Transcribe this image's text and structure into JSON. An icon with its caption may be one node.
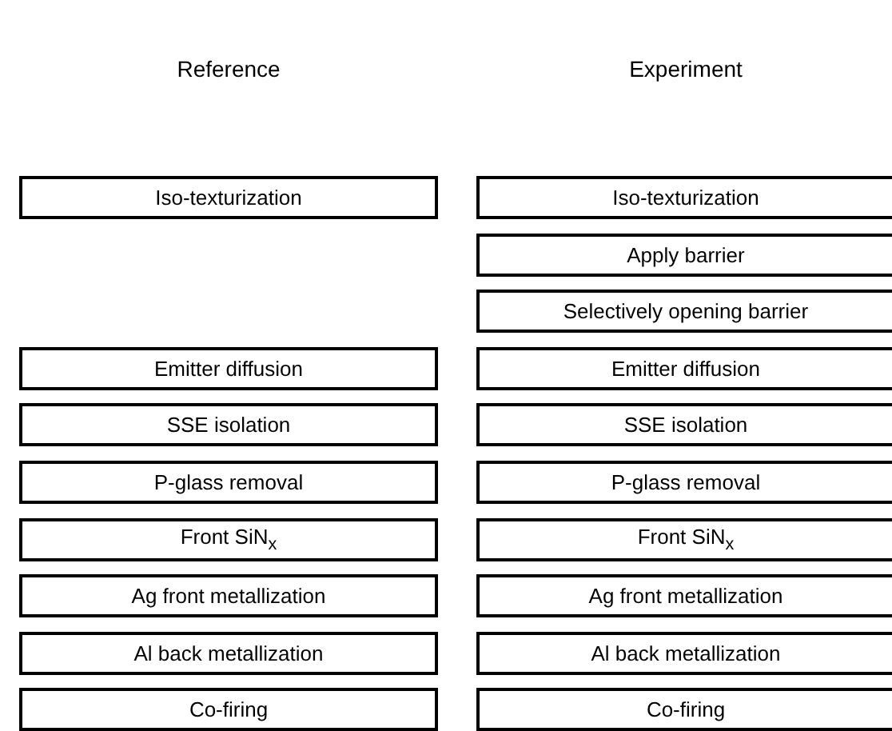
{
  "diagram": {
    "nodes": [
      {
        "text": [
          "Iso-texturization"
        ]
      },
      {
        "text": [
          "Emitter diffusion"
        ]
      },
      {
        "text": [
          "SSE isolation"
        ]
      },
      {
        "text": [
          "P-glass removal"
        ]
      },
      {
        "text": [
          "Front SiN$_{x}$"
        ]
      },
      {
        "text": [
          "Ag front metallization"
        ]
      },
      {
        "text": [
          "Al back metallization"
        ]
      },
      {
        "text": [
          "Co-firing"
        ]
      },
      {
        "text": [
          "Iso-texturization"
        ]
      },
      {
        "text": [
          "Apply barrier"
        ]
      },
      {
        "text": [
          "Selectively opening barrier"
        ]
      },
      {
        "text": [
          "Emitter diffusion"
        ]
      },
      {
        "text": [
          "SSE isolation"
        ]
      },
      {
        "text": [
          "P-glass removal"
        ]
      },
      {
        "text": [
          "Front SiN$_{x}$"
        ]
      },
      {
        "text": [
          "Ag front metallization"
        ]
      },
      {
        "text": [
          "Al back metallization"
        ]
      },
      {
        "text": [
          "Co-firing"
        ]
      }
    ],
    "edges": [],
    "labels": [
      "Reference",
      "Experiment"
    ]
  }
}
